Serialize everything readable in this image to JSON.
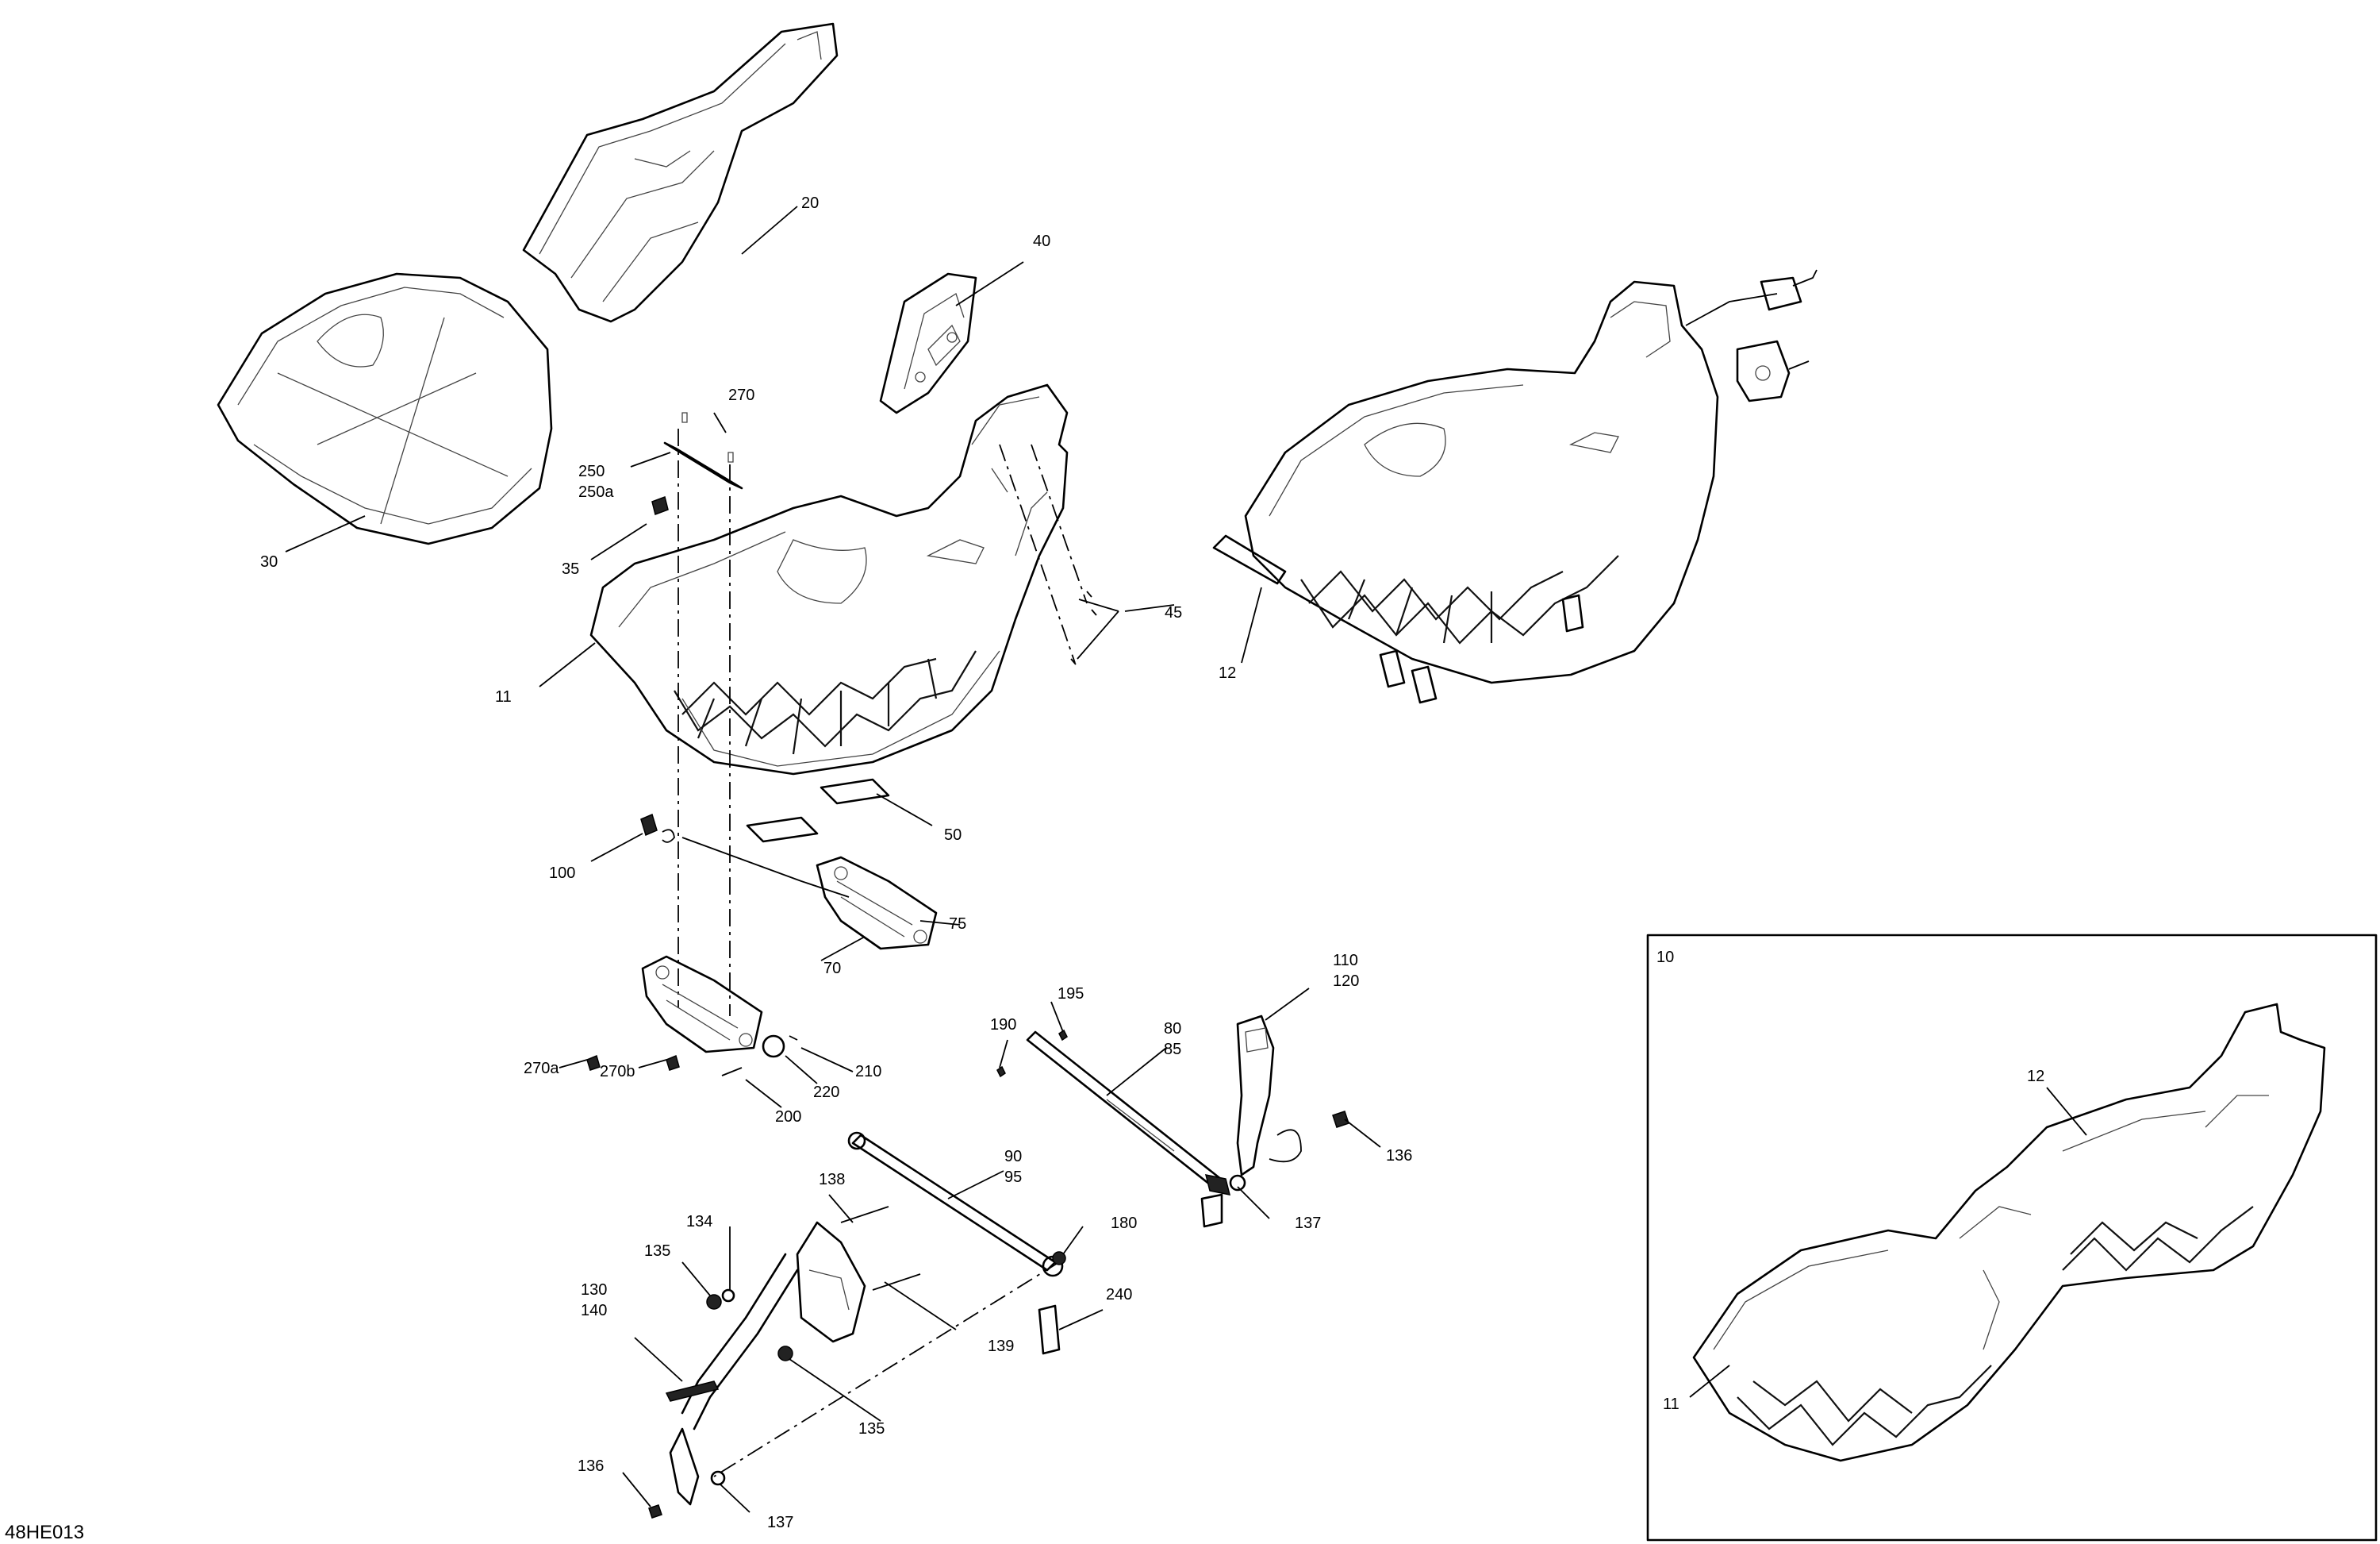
{
  "drawing_code": "48HE013",
  "inset": {
    "number": "10",
    "labels": {
      "l12": "12",
      "l11": "11"
    }
  },
  "callouts": {
    "c20": "20",
    "c40": "40",
    "c30": "30",
    "c270": "270",
    "c250": "250",
    "c250a": "250a",
    "c35": "35",
    "c45": "45",
    "c11": "11",
    "c12": "12",
    "c50": "50",
    "c100": "100",
    "c75": "75",
    "c70": "70",
    "c270a": "270a",
    "c270b": "270b",
    "c210": "210",
    "c220": "220",
    "c200": "200",
    "c195": "195",
    "c190": "190",
    "c80": "80",
    "c85": "85",
    "c110": "110",
    "c120": "120",
    "c136a": "136",
    "c137a": "137",
    "c90": "90",
    "c95": "95",
    "c138": "138",
    "c134": "134",
    "c135a": "135",
    "c130": "130",
    "c140": "140",
    "c180": "180",
    "c139": "139",
    "c240": "240",
    "c135b": "135",
    "c136b": "136",
    "c137b": "137"
  }
}
